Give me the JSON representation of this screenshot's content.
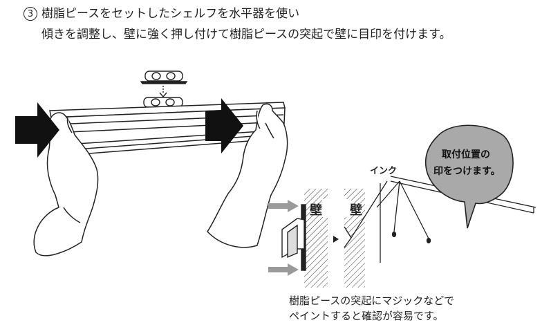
{
  "step": {
    "number": "3",
    "line1": "樹脂ピースをセットしたシェルフを水平器を使い",
    "line2": "傾きを調整し、壁に強く押し付けて樹脂ピースの突起で壁に目印を付けます。"
  },
  "labels": {
    "ink": "インク",
    "wall_left": "壁",
    "wall_right": "壁"
  },
  "bubble": {
    "line1": "取付位置の",
    "line2": "印をつけます。"
  },
  "caption": {
    "line1": "樹脂ピースの突起にマジックなどで",
    "line2": "ペイントすると確認が容易です。"
  },
  "colors": {
    "ink": "#222222",
    "bubble_fill": "#a9a9a9",
    "arrow_gray": "#9a9a9a"
  }
}
